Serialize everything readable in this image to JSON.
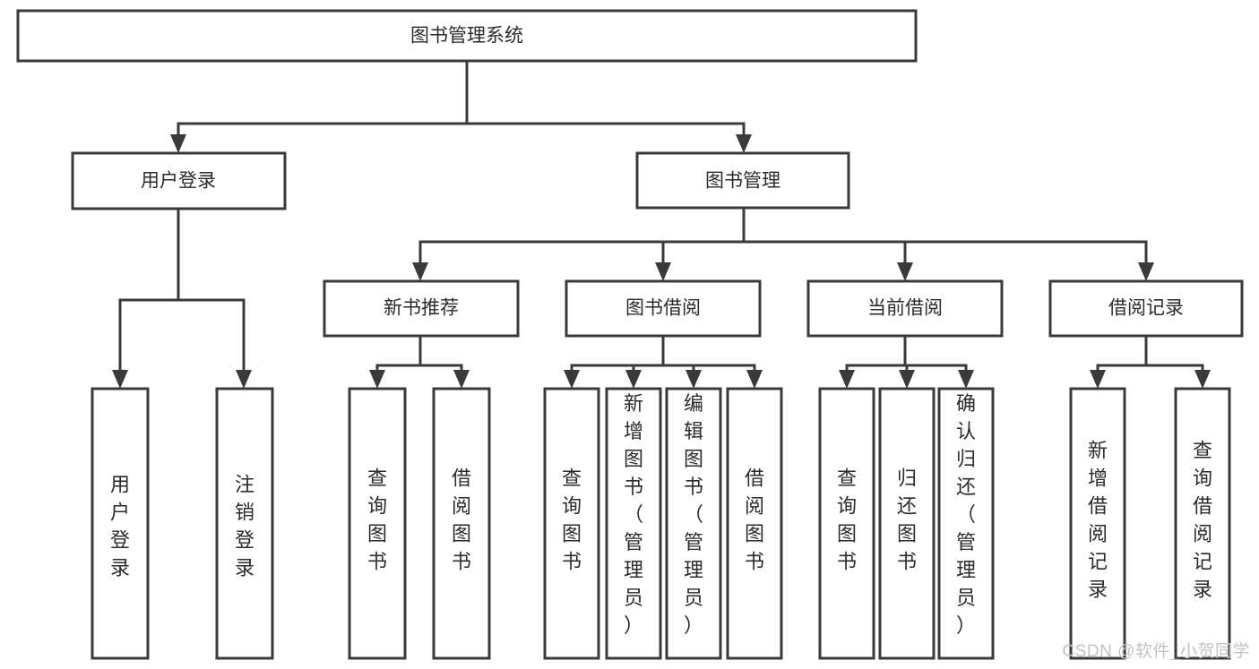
{
  "diagram": {
    "type": "tree-hierarchy",
    "title": "图书管理系统",
    "watermark": "CSDN @软件_小贺同学",
    "orientation": "top-down",
    "edge_style": "orthogonal-arrow",
    "colors": {
      "stroke": "#3a3a3a",
      "fill": "#ffffff",
      "text": "#2b2b2b",
      "watermark": "#c3c3c3"
    },
    "levels": [
      {
        "level": 0,
        "name": "root"
      },
      {
        "level": 1,
        "name": "modules"
      },
      {
        "level": 2,
        "name": "submodules"
      },
      {
        "level": 3,
        "name": "functions"
      }
    ],
    "nodes": {
      "root": {
        "id": "root",
        "label": "图书管理系统",
        "level": 0,
        "text_orientation": "horizontal"
      },
      "level1": [
        {
          "id": "user-login",
          "label": "用户登录",
          "level": 1,
          "text_orientation": "horizontal"
        },
        {
          "id": "book-manage",
          "label": "图书管理",
          "level": 1,
          "text_orientation": "horizontal"
        }
      ],
      "level2": [
        {
          "id": "new-book-recommend",
          "label": "新书推荐",
          "level": 2,
          "text_orientation": "horizontal",
          "parent": "book-manage"
        },
        {
          "id": "book-borrow",
          "label": "图书借阅",
          "level": 2,
          "text_orientation": "horizontal",
          "parent": "book-manage"
        },
        {
          "id": "current-borrow",
          "label": "当前借阅",
          "level": 2,
          "text_orientation": "horizontal",
          "parent": "book-manage"
        },
        {
          "id": "borrow-record",
          "label": "借阅记录",
          "level": 2,
          "text_orientation": "horizontal",
          "parent": "book-manage"
        }
      ],
      "level3": [
        {
          "id": "leaf-user-login",
          "label": "用户登录",
          "level": 3,
          "text_orientation": "vertical",
          "parent": "user-login"
        },
        {
          "id": "leaf-logout-login",
          "label": "注销登录",
          "level": 3,
          "text_orientation": "vertical",
          "parent": "user-login"
        },
        {
          "id": "leaf-query-book-1",
          "label": "查询图书",
          "level": 3,
          "text_orientation": "vertical",
          "parent": "new-book-recommend"
        },
        {
          "id": "leaf-borrow-book-1",
          "label": "借阅图书",
          "level": 3,
          "text_orientation": "vertical",
          "parent": "new-book-recommend"
        },
        {
          "id": "leaf-query-book-2",
          "label": "查询图书",
          "level": 3,
          "text_orientation": "vertical",
          "parent": "book-borrow"
        },
        {
          "id": "leaf-add-book-admin",
          "label": "新增图书（管理员）",
          "level": 3,
          "text_orientation": "vertical",
          "parent": "book-borrow"
        },
        {
          "id": "leaf-edit-book-admin",
          "label": "编辑图书（管理员）",
          "level": 3,
          "text_orientation": "vertical",
          "parent": "book-borrow"
        },
        {
          "id": "leaf-borrow-book-2",
          "label": "借阅图书",
          "level": 3,
          "text_orientation": "vertical",
          "parent": "book-borrow"
        },
        {
          "id": "leaf-query-book-3",
          "label": "查询图书",
          "level": 3,
          "text_orientation": "vertical",
          "parent": "current-borrow"
        },
        {
          "id": "leaf-return-book",
          "label": "归还图书",
          "level": 3,
          "text_orientation": "vertical",
          "parent": "current-borrow"
        },
        {
          "id": "leaf-confirm-return-admin",
          "label": "确认归还（管理员）",
          "level": 3,
          "text_orientation": "vertical",
          "parent": "current-borrow"
        },
        {
          "id": "leaf-add-borrow-record",
          "label": "新增借阅记录",
          "level": 3,
          "text_orientation": "vertical",
          "parent": "borrow-record"
        },
        {
          "id": "leaf-query-borrow-record",
          "label": "查询借阅记录",
          "level": 3,
          "text_orientation": "vertical",
          "parent": "borrow-record"
        }
      ]
    }
  }
}
